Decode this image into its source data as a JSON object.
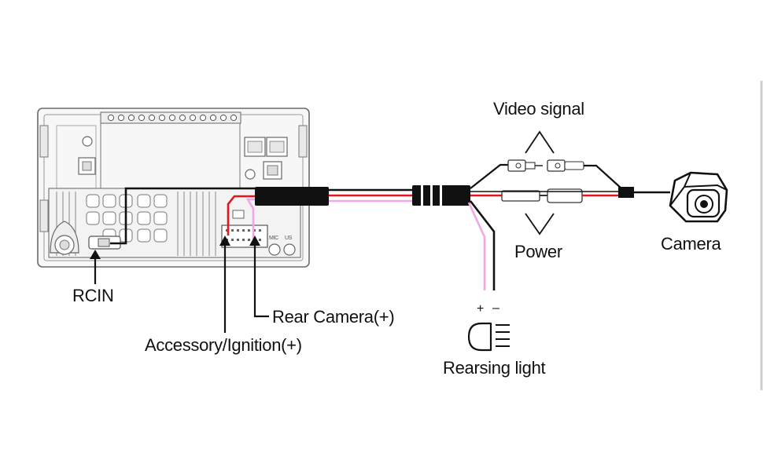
{
  "labels": {
    "video_signal": "Video signal",
    "power": "Power",
    "camera": "Camera",
    "rcin": "RCIN",
    "rear_camera": "Rear Camera(+)",
    "accessory_ignition": "Accessory/Ignition(+)",
    "reversing_light": "Rearsing light",
    "plus": "+",
    "minus": "–",
    "mic": "MIC",
    "usb": "US"
  },
  "colors": {
    "wire_black": "#111111",
    "wire_red": "#e8141c",
    "wire_pink": "#f4a6e6",
    "outline": "#6a6a6a",
    "panel": "#f7f7f7"
  }
}
